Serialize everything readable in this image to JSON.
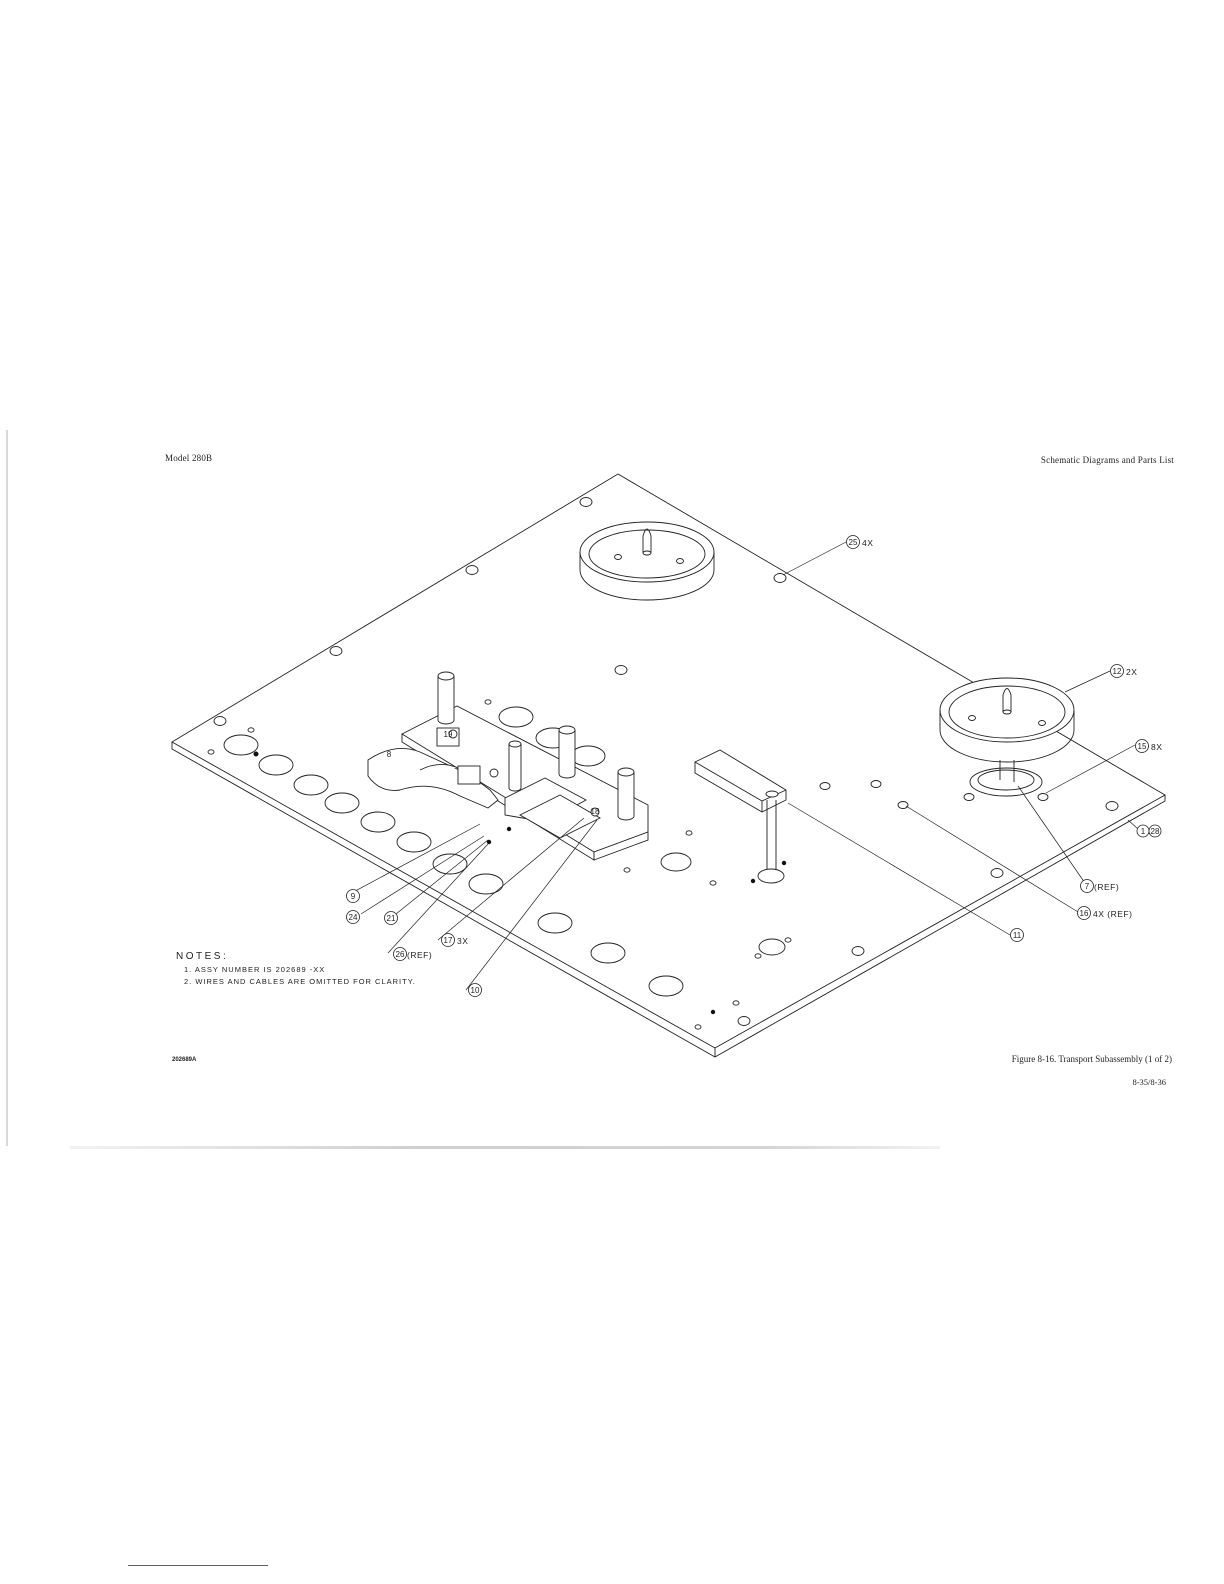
{
  "header": {
    "model": "Model 280B",
    "section": "Schematic Diagrams and Parts List"
  },
  "figure": {
    "caption": "Figure 8-16.  Transport Subassembly (1 of 2)",
    "page_number": "8-35/8-36",
    "drawing_number": "202689A"
  },
  "notes": {
    "title": "NOTES:",
    "lines": [
      "1. ASSY NUMBER IS 202689 -XX",
      "2. WIRES AND CABLES ARE OMITTED FOR CLARITY."
    ]
  },
  "callouts": [
    {
      "number": "25",
      "suffix": "4X"
    },
    {
      "number": "12",
      "suffix": "2X"
    },
    {
      "number": "15",
      "suffix": "8X"
    },
    {
      "number": "1",
      "suffix": "",
      "extra": "28"
    },
    {
      "number": "7",
      "suffix": "(REF)"
    },
    {
      "number": "16",
      "suffix": "4X (REF)"
    },
    {
      "number": "11",
      "suffix": ""
    },
    {
      "number": "9",
      "suffix": ""
    },
    {
      "number": "24",
      "suffix": ""
    },
    {
      "number": "21",
      "suffix": ""
    },
    {
      "number": "17",
      "suffix": "3X"
    },
    {
      "number": "26",
      "suffix": "(REF)"
    },
    {
      "number": "10",
      "suffix": ""
    }
  ],
  "part_labels": [
    "19",
    "8",
    "18"
  ]
}
